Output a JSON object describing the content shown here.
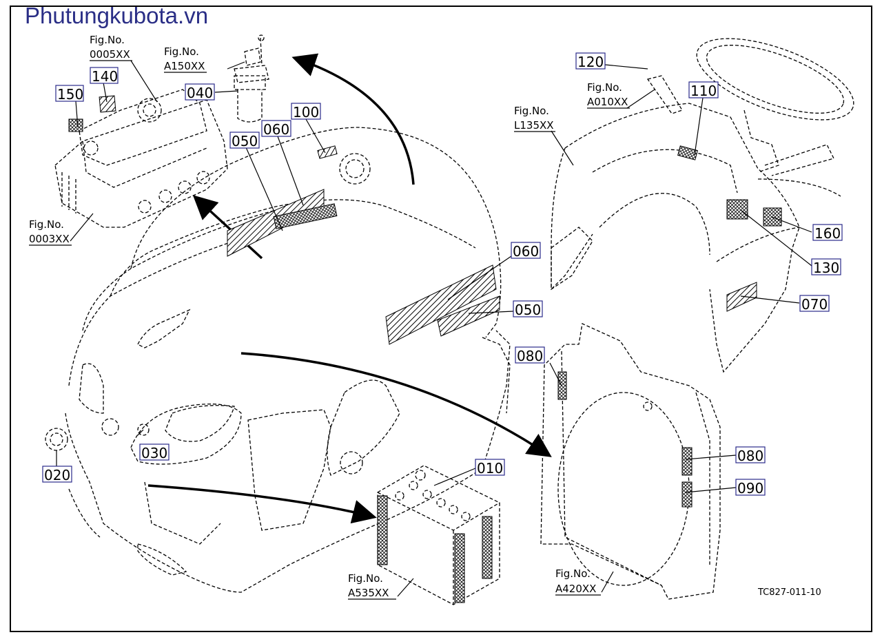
{
  "site_title": "Phutungkubota.vn",
  "drawing_code": "TC827-011-10",
  "part_labels": [
    "150",
    "140",
    "040",
    "050",
    "060",
    "100",
    "120",
    "110",
    "160",
    "130",
    "070",
    "060",
    "050",
    "080",
    "080",
    "090",
    "030",
    "020",
    "010"
  ],
  "fig_refs": [
    {
      "fig": "Fig.No.",
      "code": "0005XX"
    },
    {
      "fig": "Fig.No.",
      "code": "A150XX"
    },
    {
      "fig": "Fig.No.",
      "code": "0003XX"
    },
    {
      "fig": "Fig.No.",
      "code": "A010XX"
    },
    {
      "fig": "Fig.No.",
      "code": "L135XX"
    },
    {
      "fig": "Fig.No.",
      "code": "A535XX"
    },
    {
      "fig": "Fig.No.",
      "code": "A420XX"
    }
  ]
}
